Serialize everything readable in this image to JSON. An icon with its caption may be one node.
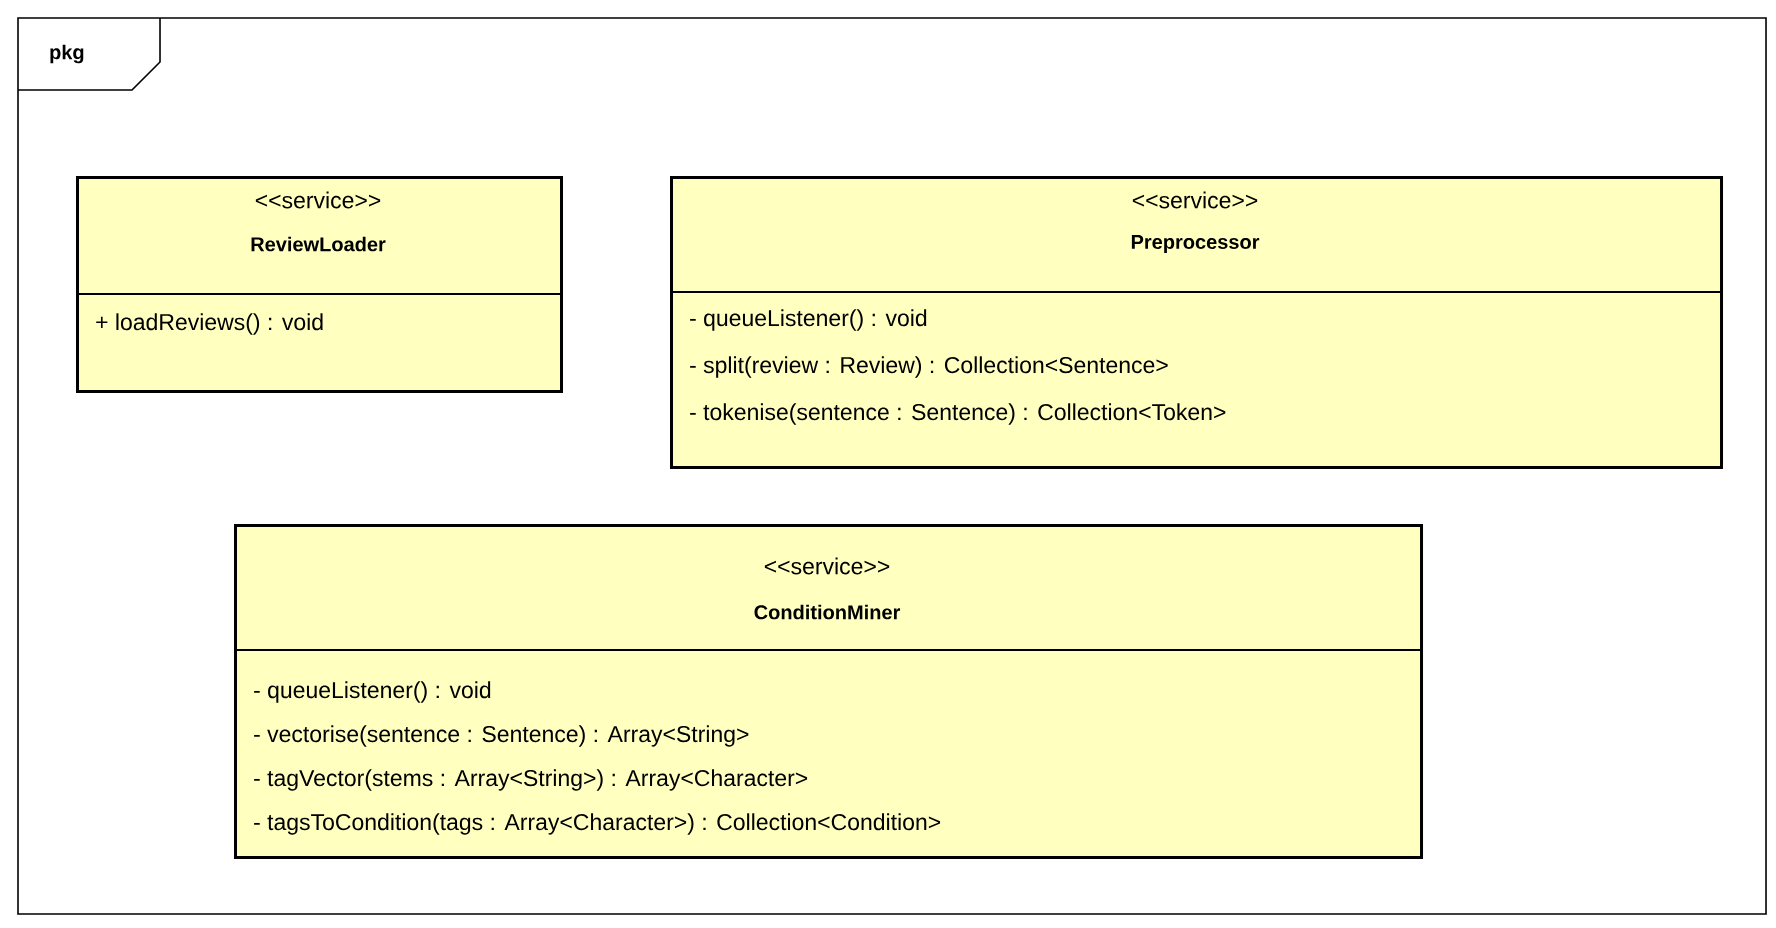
{
  "diagram": {
    "nodes": [
      {
        "text": [
          "pkg"
        ]
      },
      {
        "text": [
          "<<service>>",
          "ReviewLoader",
          "+ loadReviews() : void"
        ],
        "in": 0
      },
      {
        "text": [
          "<<service>>",
          "Preprocessor",
          "- queueListener() : void",
          "- split(review : Review) : Collection<Sentence>",
          "- tokenise(sentence : Sentence) : Collection<Token>"
        ],
        "in": 0
      },
      {
        "text": [
          "<<service>>",
          "ConditionMiner",
          "- queueListener() : void",
          "- vectorise(sentence : Sentence) : Array<String>",
          "- tagVector(stems : Array<String>) : Array<Character>",
          "- tagsToCondition(tags : Array<Character>) : Collection<Condition>"
        ],
        "in": 0
      }
    ]
  }
}
